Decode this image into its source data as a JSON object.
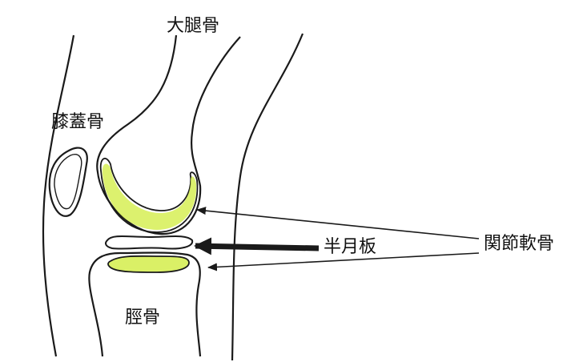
{
  "labels": {
    "femur": "大腿骨",
    "patella": "膝蓋骨",
    "meniscus": "半月板",
    "articular_cartilage": "関節軟骨",
    "tibia": "脛骨"
  },
  "colors": {
    "outline": "#1a1a1a",
    "cartilage": "#d6ee55",
    "background": "#ffffff"
  }
}
